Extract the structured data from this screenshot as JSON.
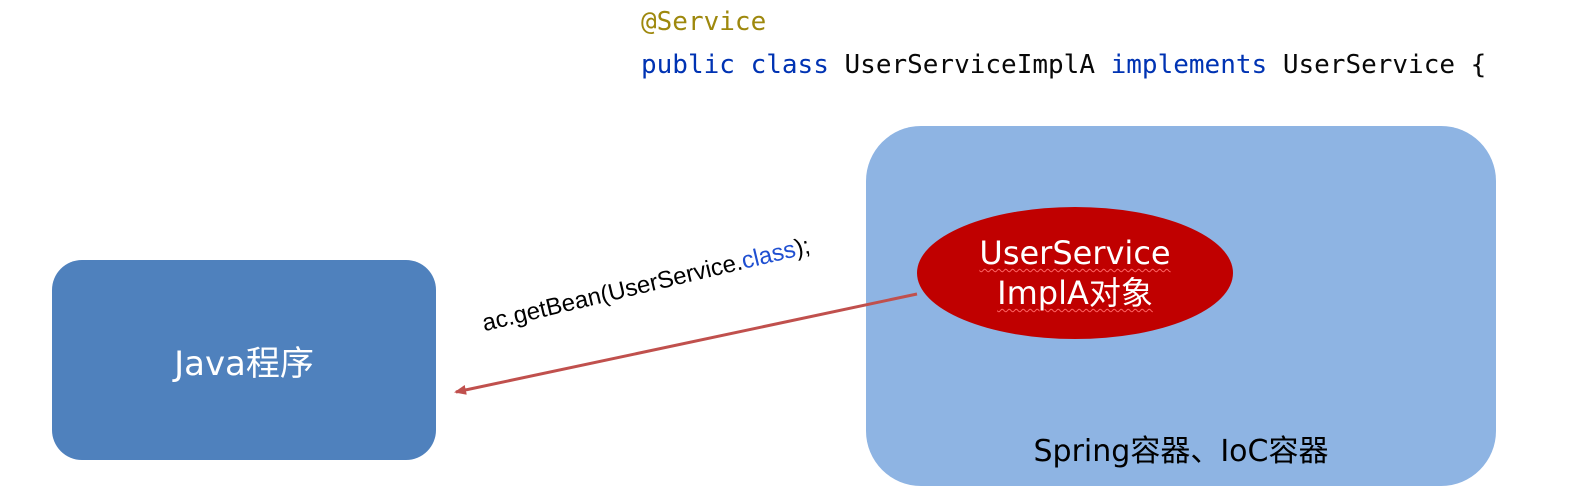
{
  "code": {
    "annotation": "@Service",
    "kw_public": "public",
    "kw_class": "class",
    "class_name": "UserServiceImplA",
    "kw_implements": "implements",
    "interface_name": "UserService",
    "brace": "{"
  },
  "java_box": {
    "label": "Java程序"
  },
  "container": {
    "label": "Spring容器、IoC容器"
  },
  "bean": {
    "line1": "UserService",
    "line2": "ImplA对象"
  },
  "call": {
    "prefix": "ac.getBean(UserService.",
    "class_kw": "class",
    "suffix": ");"
  },
  "colors": {
    "java_box": "#4f81bd",
    "container": "#8eb4e3",
    "bean": "#c00000",
    "arrow": "#c0504d"
  }
}
